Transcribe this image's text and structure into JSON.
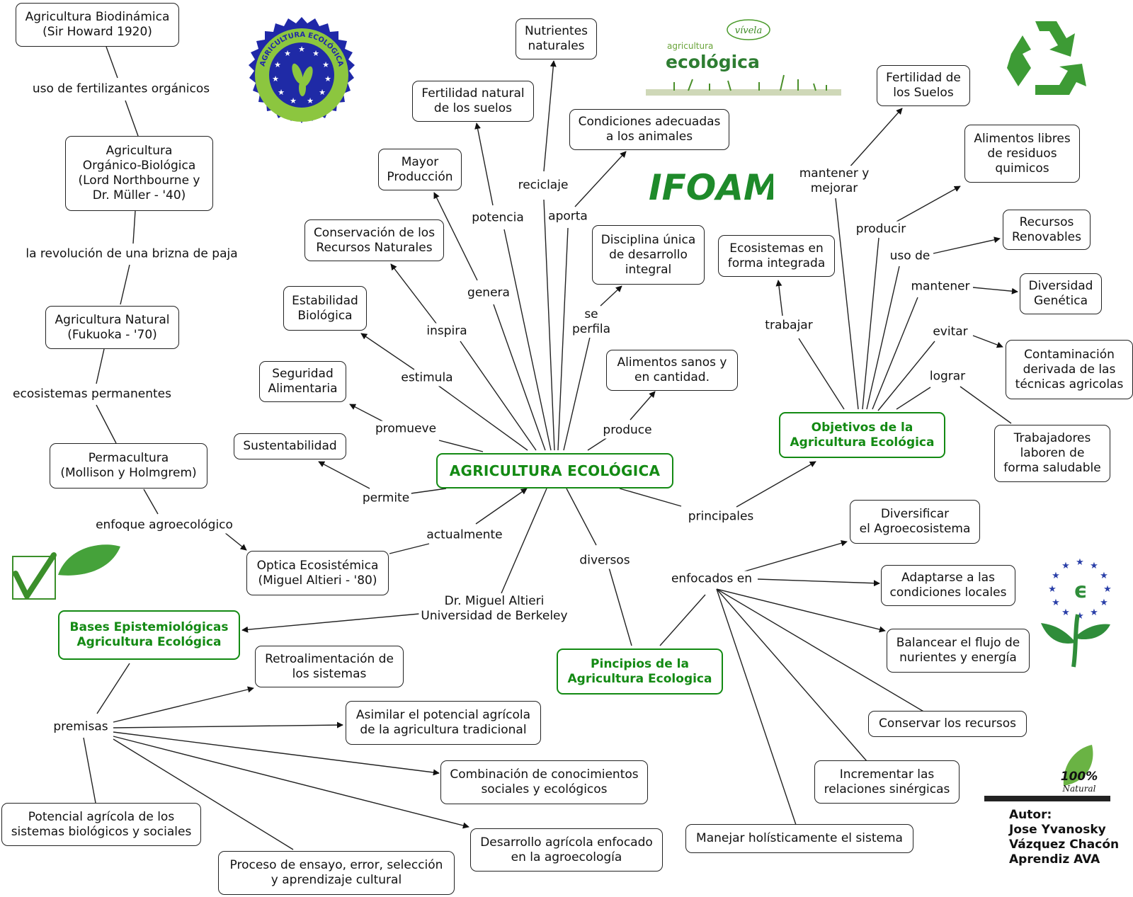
{
  "colors": {
    "green": "#138a13",
    "line": "#222222",
    "bg": "#ffffff"
  },
  "icons": [
    "eu-organic-seal-icon",
    "vivela-agricultura-ecologica-logo",
    "recycle-icon",
    "ifoam-logo",
    "checkmark-leaf-icon",
    "eu-ecolabel-flower-icon",
    "natural-100-badge"
  ],
  "logos": {
    "seal_text": "AGRICULTURA ECOLÓGICA",
    "vivela": "vívela",
    "agricultura": "agricultura",
    "ecologica": "ecológica",
    "ifoam": "IFOAM",
    "natural_pct": "100%",
    "natural_word": "Natural"
  },
  "author": "Autor:\nJose Yvanosky\nVázquez Chacón\nAprendiz AVA",
  "nodes": {
    "biodinamica": "Agricultura Biodinámica\n(Sir Howard 1920)",
    "organico": "Agricultura\nOrgánico-Biológica\n(Lord Northbourne y\nDr. Müller - '40)",
    "natural": "Agricultura Natural\n(Fukuoka - '70)",
    "permacultura": "Permacultura\n(Mollison y Holmgrem)",
    "optica": "Optica Ecosistémica\n(Miguel Altieri - '80)",
    "bases": "Bases Epistemiológicas\nAgricultura Ecológica",
    "main": "AGRICULTURA ECOLÓGICA",
    "nutrientes": "Nutrientes\nnaturales",
    "fertilidad_natural": "Fertilidad natural\nde los suelos",
    "mayor": "Mayor\nProducción",
    "conservacion": "Conservación de los\nRecursos Naturales",
    "estabilidad": "Estabilidad\nBiológica",
    "seguridad": "Seguridad\nAlimentaria",
    "sustentabilidad": "Sustentabilidad",
    "condiciones": "Condiciones adecuadas\na los animales",
    "disciplina": "Disciplina única\nde desarrollo\nintegral",
    "alimentos_sanos": "Alimentos sanos y\nen cantidad.",
    "ecosistemas_int": "Ecosistemas en\nforma integrada",
    "objetivos": "Objetivos de la\nAgricultura Ecológica",
    "fertilidad_suelos": "Fertilidad de\nlos Suelos",
    "libres": "Alimentos libres\nde residuos\nquimicos",
    "renovables": "Recursos\nRenovables",
    "diversidad": "Diversidad\nGenética",
    "contaminacion": "Contaminación\nderivada de las\ntécnicas agricolas",
    "trabajadores": "Trabajadores\nlaboren de\nforma saludable",
    "principios": "Pincipios de la\nAgricultura Ecologica",
    "diversificar": "Diversificar\nel Agroecosistema",
    "adaptarse": "Adaptarse a las\ncondiciones locales",
    "balancear": "Balancear el flujo de\nnurientes y energía",
    "conservar": "Conservar los recursos",
    "incrementar": "Incrementar las\nrelaciones sinérgicas",
    "manejar": "Manejar holísticamente el sistema",
    "retro": "Retroalimentación de\nlos sistemas",
    "asimilar": "Asimilar el potencial agrícola\nde la agricultura tradicional",
    "combinacion": "Combinación de conocimientos\nsociales y ecológicos",
    "desarrollo": "Desarrollo agrícola enfocado\nen la agroecología",
    "proceso": "Proceso de ensayo, error, selección\ny aprendizaje cultural",
    "potencial": "Potencial agrícola de los\nsistemas biológicos y sociales"
  },
  "labels": {
    "uso_fert": "uso de fertilizantes orgánicos",
    "revolucion": "la revolución de una brizna de paja",
    "ecosist_perm": "ecosistemas permanentes",
    "enfoque": "enfoque agroecológico",
    "actualmente": "actualmente",
    "altieri": "Dr. Miguel Altieri\nUniversidad de Berkeley",
    "permite": "permite",
    "promueve": "promueve",
    "estimula": "estimula",
    "inspira": "inspira",
    "genera": "genera",
    "potencia": "potencia",
    "reciclaje": "reciclaje",
    "aporta": "aporta",
    "se_perfila": "se\nperfila",
    "produce": "produce",
    "diversos": "diversos",
    "principales": "principales",
    "trabajar": "trabajar",
    "mantener_mejorar": "mantener y\nmejorar",
    "producir": "producir",
    "uso_de": "uso de",
    "mantener": "mantener",
    "evitar": "evitar",
    "lograr": "lograr",
    "enfocados": "enfocados en",
    "premisas": "premisas"
  }
}
